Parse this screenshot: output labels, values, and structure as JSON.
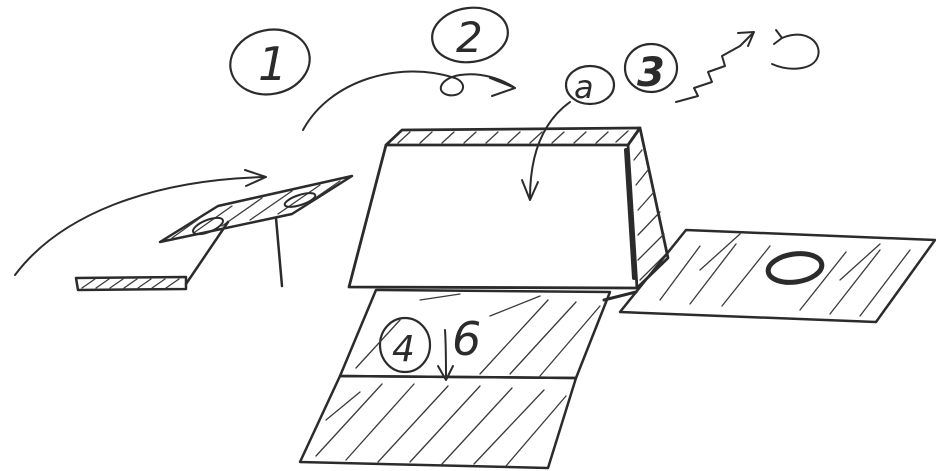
{
  "labels": {
    "step_1": "1",
    "step_2": "2",
    "step_3": "3",
    "step_4": "4",
    "step_6": "6",
    "marker_a": "a"
  },
  "colors": {
    "ink": "#2b2b2b",
    "paper": "#ffffff"
  },
  "icons": {
    "zigzag": "lightning-arrow-icon",
    "curl": "curl-arrow-icon",
    "circle": "oval-hole-icon"
  }
}
